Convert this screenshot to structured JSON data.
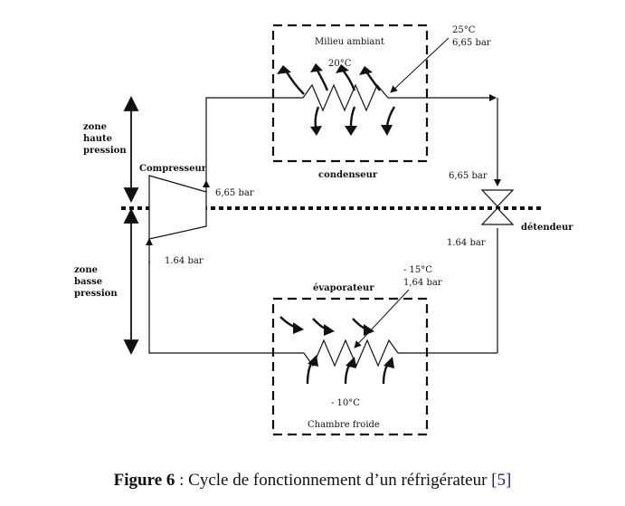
{
  "labels": {
    "milieu": "Milieu ambiant",
    "temp_ambiant": "20°C",
    "temp_haut": "25°C",
    "press_haut": "6,65 bar",
    "condenseur": "condenseur",
    "zone_haute_1": "zone",
    "zone_haute_2": "haute",
    "zone_haute_3": "pression",
    "compresseur": "Compresseur",
    "comp_out": "6,65 bar",
    "valve_in": "6,65 bar",
    "detendeur": "détendeur",
    "valve_out": "1.64 bar",
    "zone_basse_1": "zone",
    "zone_basse_2": "basse",
    "zone_basse_3": "pression",
    "comp_in": "1.64 bar",
    "temp_bas": "- 15°C",
    "press_bas": "1,64 bar",
    "evaporateur": "évaporateur",
    "temp_froide": "- 10°C",
    "chambre": "Chambre froide"
  },
  "caption": {
    "label": "Figure 6",
    "text": " : Cycle de fonctionnement d’un réfrigérateur ",
    "ref": "[5]"
  },
  "colors": {
    "ink": "#111111",
    "ref": "#1a1aa6"
  }
}
